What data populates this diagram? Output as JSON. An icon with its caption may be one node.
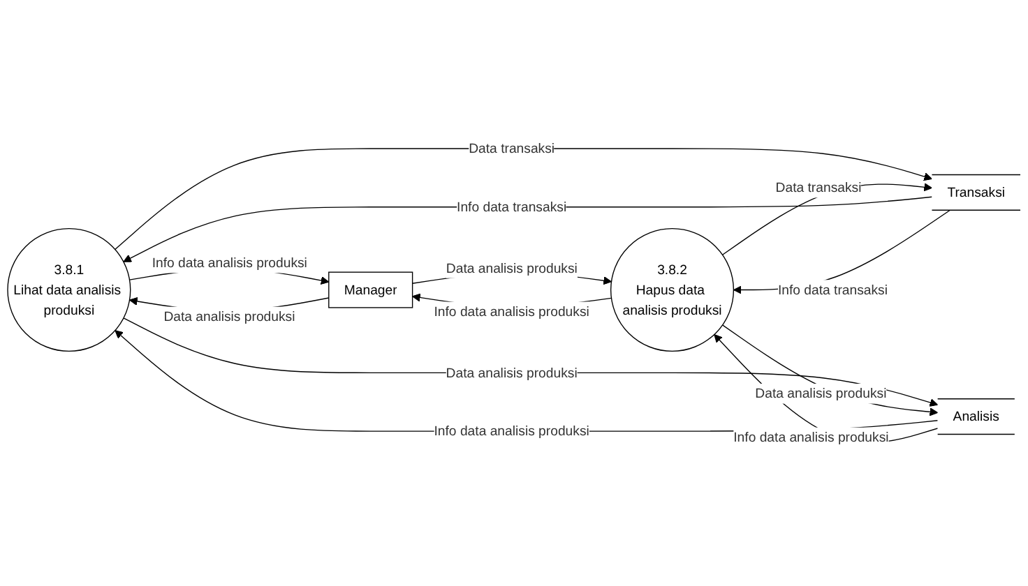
{
  "diagram": {
    "nodes": [
      {
        "text": [
          "3.8.1",
          "Lihat data analisis produksi"
        ]
      },
      {
        "text": [
          "Manager"
        ]
      },
      {
        "text": [
          "Transaksi"
        ]
      },
      {
        "text": [
          "Analisis"
        ]
      },
      {
        "text": [
          "3.8.2",
          "Hapus data analisis produksi"
        ]
      }
    ],
    "edges": [
      {
        "from": 0,
        "to": 1,
        "arrow": "to",
        "label": "Info data analisis produksi"
      },
      {
        "from": 1,
        "to": 0,
        "arrow": "to",
        "label": "Data analisis produksi"
      },
      {
        "from": 3,
        "to": 0,
        "arrow": "to",
        "label": "Info data analisis produksi"
      },
      {
        "from": 0,
        "to": 3,
        "arrow": "to",
        "label": "Data analisis produksi"
      },
      {
        "from": 0,
        "to": 2,
        "arrow": "to",
        "label": "Data transaksi"
      },
      {
        "from": 2,
        "to": 0,
        "arrow": "to",
        "label": "Info data transaksi"
      },
      {
        "from": 4,
        "to": 2,
        "arrow": "to",
        "label": "Data transaksi"
      },
      {
        "from": 2,
        "to": 4,
        "arrow": "to",
        "label": "Info data transaksi"
      },
      {
        "from": 1,
        "to": 4,
        "arrow": "to",
        "label": "Data analisis produksi"
      },
      {
        "from": 4,
        "to": 1,
        "arrow": "to",
        "label": "Info data analisis produksi"
      },
      {
        "from": 4,
        "to": 3,
        "arrow": "to",
        "label": "Data analisis produksi"
      },
      {
        "from": 3,
        "to": 4,
        "arrow": "to",
        "label": "Info data analisis produksi"
      }
    ]
  }
}
